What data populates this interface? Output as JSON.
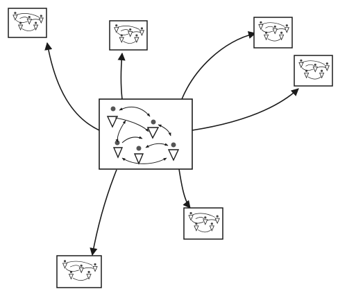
{
  "diagram": {
    "description_type": "hand-drawn hub and spoke network sketch",
    "ink_color": "#1a1a1a",
    "paper_color": "#ffffff",
    "node_fill": "#6a6a6a",
    "central_box": {
      "role": "hub",
      "people_count": 5
    },
    "satellite_boxes": [
      {
        "id": "top-left",
        "people_count": 5
      },
      {
        "id": "top-center",
        "people_count": 5
      },
      {
        "id": "top-right",
        "people_count": 5
      },
      {
        "id": "right",
        "people_count": 5
      },
      {
        "id": "bottom-right",
        "people_count": 5
      },
      {
        "id": "bottom-left",
        "people_count": 5
      }
    ],
    "connections": [
      {
        "from": "hub",
        "to": "top-left"
      },
      {
        "from": "hub",
        "to": "top-center"
      },
      {
        "from": "hub",
        "to": "top-right"
      },
      {
        "from": "hub",
        "to": "right"
      },
      {
        "from": "hub",
        "to": "bottom-right"
      },
      {
        "from": "hub",
        "to": "bottom-left"
      }
    ]
  }
}
